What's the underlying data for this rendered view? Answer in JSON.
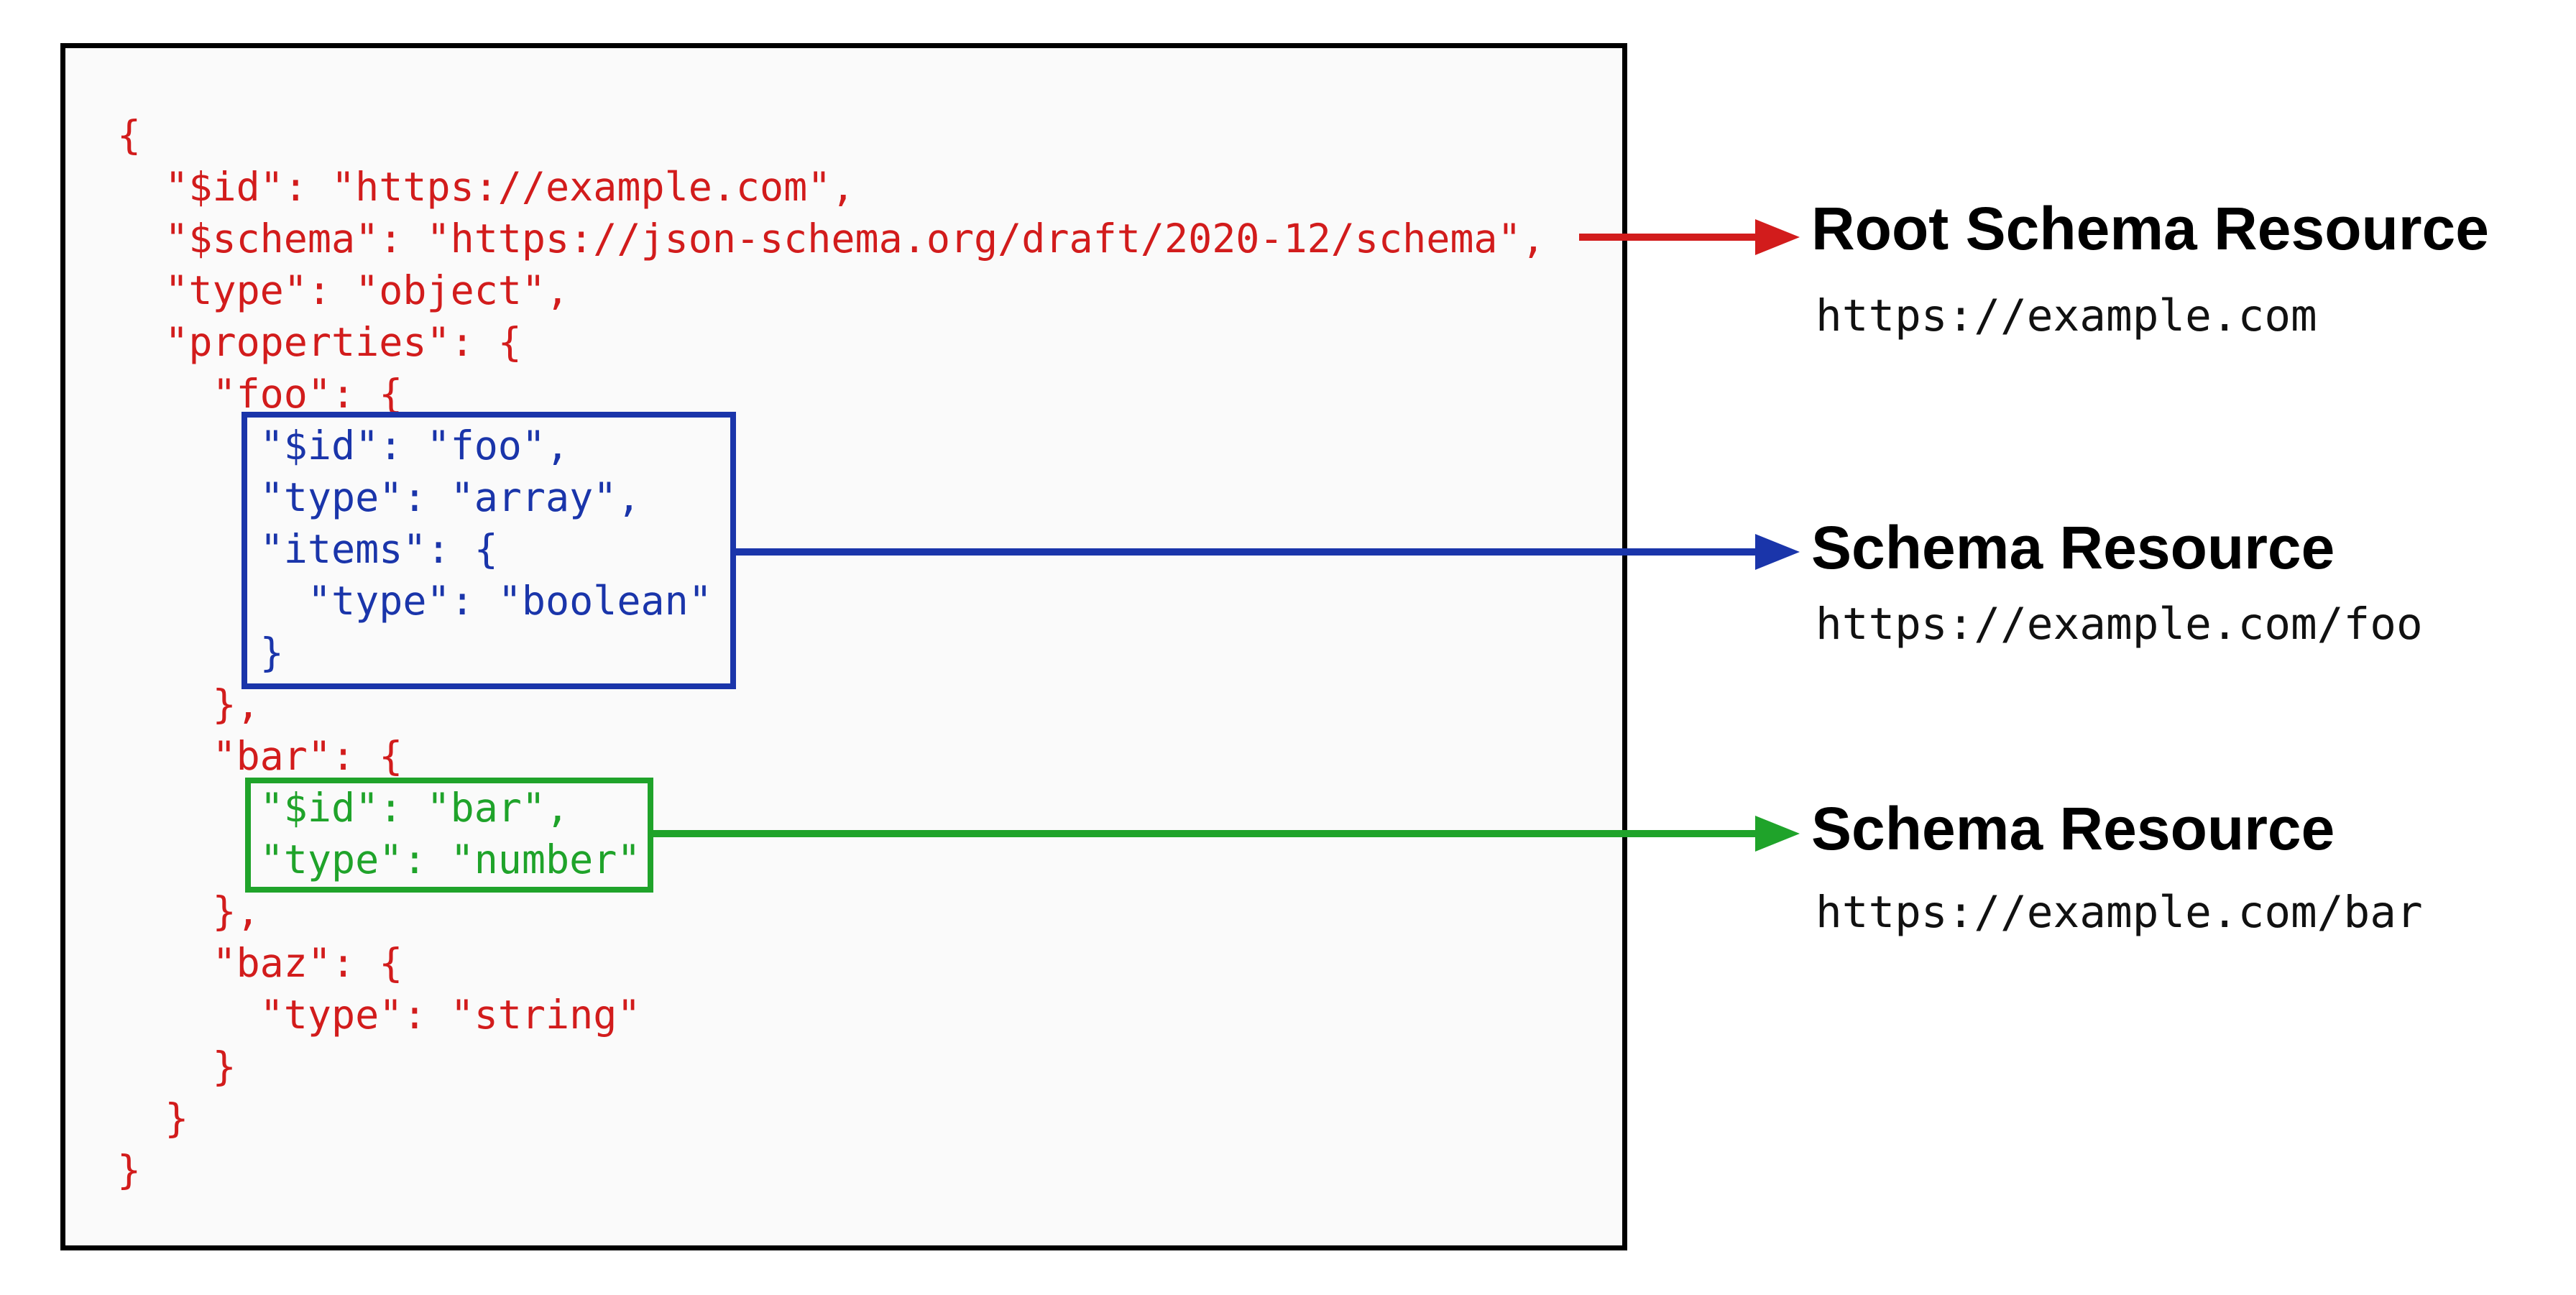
{
  "diagram": {
    "description": "JSON Schema bundling diagram showing a root schema resource with embedded schema resources",
    "panel_background": "#fafafa",
    "panel_border_color": "#000000",
    "colors": {
      "red": "#d21c1c",
      "blue": "#1a35aa",
      "green": "#1fa32a",
      "black": "#000000"
    }
  },
  "code_lines": [
    {
      "text": "{",
      "color": "red"
    },
    {
      "text": "  \"$id\": \"https://example.com\",",
      "color": "red"
    },
    {
      "text": "  \"$schema\": \"https://json-schema.org/draft/2020-12/schema\",",
      "color": "red"
    },
    {
      "text": "  \"type\": \"object\",",
      "color": "red"
    },
    {
      "text": "  \"properties\": {",
      "color": "red"
    },
    {
      "text": "    \"foo\": {",
      "color": "red"
    },
    {
      "text": "      \"$id\": \"foo\",",
      "color": "blue"
    },
    {
      "text": "      \"type\": \"array\",",
      "color": "blue"
    },
    {
      "text": "      \"items\": {",
      "color": "blue"
    },
    {
      "text": "        \"type\": \"boolean\"",
      "color": "blue"
    },
    {
      "text": "      }",
      "color": "blue"
    },
    {
      "text": "    },",
      "color": "red"
    },
    {
      "text": "    \"bar\": {",
      "color": "red"
    },
    {
      "text": "      \"$id\": \"bar\",",
      "color": "green"
    },
    {
      "text": "      \"type\": \"number\"",
      "color": "green"
    },
    {
      "text": "    },",
      "color": "red"
    },
    {
      "text": "    \"baz\": {",
      "color": "red"
    },
    {
      "text": "      \"type\": \"string\"",
      "color": "red"
    },
    {
      "text": "    }",
      "color": "red"
    },
    {
      "text": "  }",
      "color": "red"
    },
    {
      "text": "}",
      "color": "red"
    }
  ],
  "highlight_boxes": [
    {
      "name": "foo-schema-resource-box",
      "color": "blue"
    },
    {
      "name": "bar-schema-resource-box",
      "color": "green"
    }
  ],
  "annotations": [
    {
      "title": "Root Schema Resource",
      "url": "https://example.com",
      "arrow_color": "red"
    },
    {
      "title": "Schema Resource",
      "url": "https://example.com/foo",
      "arrow_color": "blue"
    },
    {
      "title": "Schema Resource",
      "url": "https://example.com/bar",
      "arrow_color": "green"
    }
  ]
}
